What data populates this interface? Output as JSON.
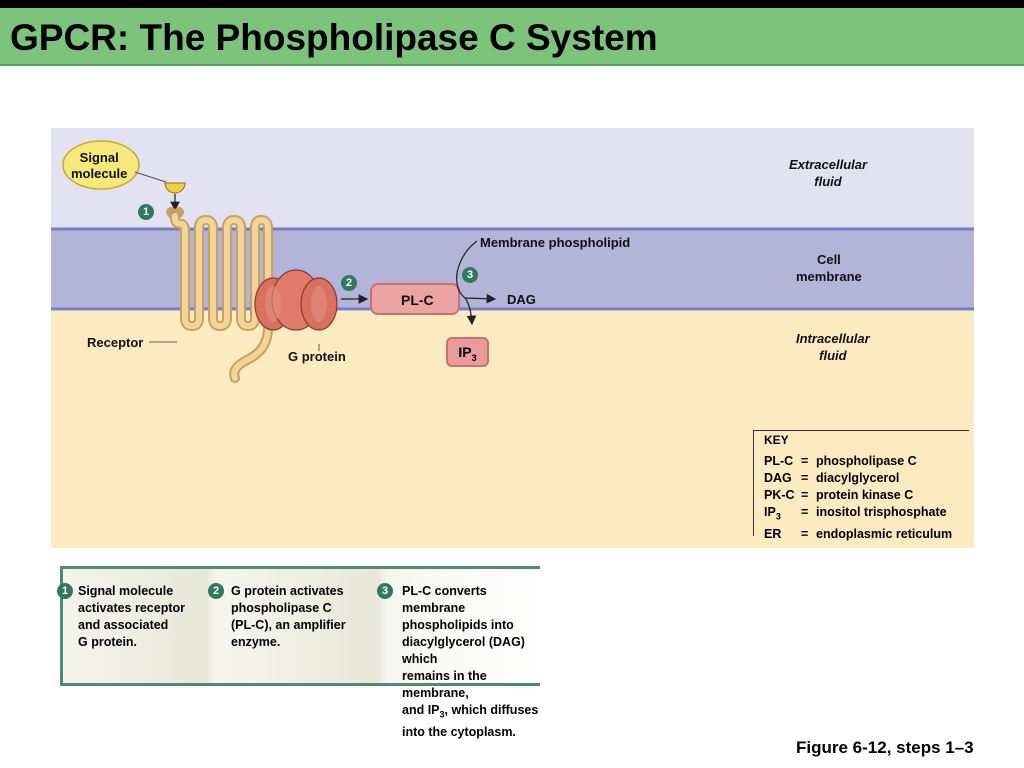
{
  "title": "GPCR: The Phospholipase C System",
  "figure": {
    "signal_molecule": "Signal\nmolecule",
    "extracellular": "Extracellular\nfluid",
    "membrane_phospholipid": "Membrane phospholipid",
    "cell_membrane": "Cell\nmembrane",
    "intracellular": "Intracellular\nfluid",
    "receptor": "Receptor",
    "g_protein": "G protein",
    "plc": "PL-C",
    "dag": "DAG",
    "ip3": "IP",
    "ip3_sub": "3",
    "badges": [
      "1",
      "2",
      "3"
    ]
  },
  "key": {
    "title": "KEY",
    "rows": [
      {
        "abbr": "PL-C",
        "sub": "",
        "def": "phospholipase C"
      },
      {
        "abbr": "DAG",
        "sub": "",
        "def": "diacylglycerol"
      },
      {
        "abbr": "PK-C",
        "sub": "",
        "def": "protein kinase C"
      },
      {
        "abbr": "IP",
        "sub": "3",
        "def": "inositol trisphosphate"
      },
      {
        "abbr": "ER",
        "sub": "",
        "def": "endoplasmic reticulum"
      }
    ],
    "eq": "="
  },
  "steps": [
    {
      "num": "1",
      "text": "Signal molecule\nactivates receptor\nand associated\nG protein."
    },
    {
      "num": "2",
      "text": "G protein activates\nphospholipase C\n(PL-C), an amplifier\nenzyme."
    },
    {
      "num": "3",
      "text_a": "PL-C converts membrane\nphospholipids into\ndiacylglycerol (DAG) which\nremains in the membrane,\nand IP",
      "sub": "3",
      "text_b": ", which diffuses\ninto the cytoplasm."
    }
  ],
  "caption": "Figure 6-12, steps 1–3",
  "colors": {
    "title_bar": "#7cc47c",
    "extracellular": "#e2e2f2",
    "membrane": "#b2b4d8",
    "intracellular": "#fcebc0",
    "receptor": "#e8c888",
    "g_protein": "#e07a6a",
    "plc": "#eba3a3",
    "badge": "#2f7a5e"
  }
}
